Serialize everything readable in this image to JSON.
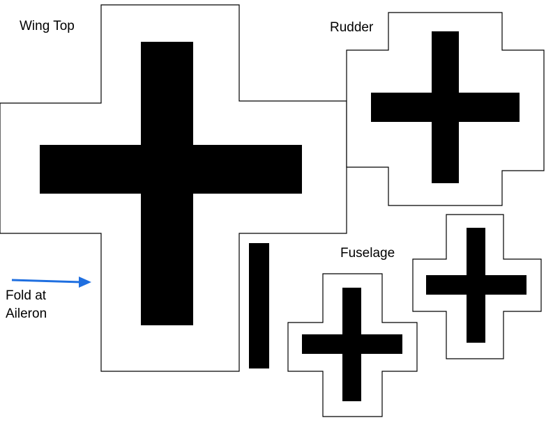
{
  "labels": {
    "wing_top": "Wing Top",
    "rudder": "Rudder",
    "fuselage": "Fuselage",
    "fold_line1": "Fold at",
    "fold_line2": "Aileron"
  },
  "colors": {
    "cross": "#000000",
    "arrow": "#1f6fe0",
    "outline": "#000000"
  }
}
